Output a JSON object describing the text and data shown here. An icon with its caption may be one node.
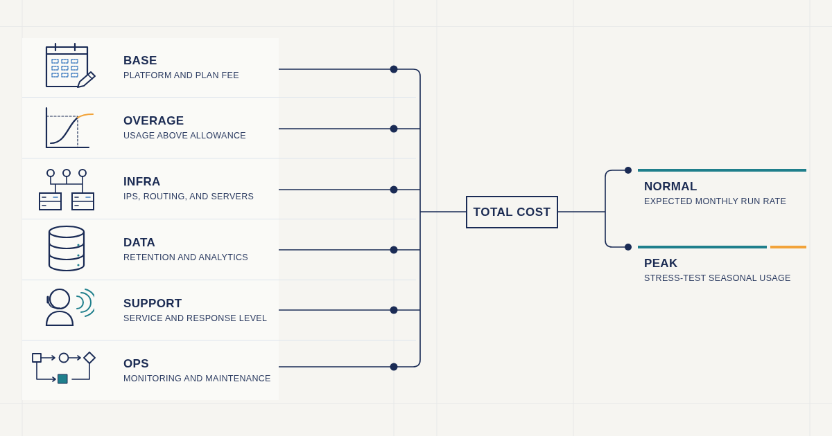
{
  "diagram": {
    "nodes": [
      {
        "text": [
          "BASE",
          "PLATFORM AND PLAN FEE"
        ]
      },
      {
        "text": [
          "OVERAGE",
          "USAGE ABOVE ALLOWANCE"
        ]
      },
      {
        "text": [
          "INFRA",
          "IPS, ROUTING, AND SERVERS"
        ]
      },
      {
        "text": [
          "DATA",
          "RETENTION AND ANALYTICS"
        ]
      },
      {
        "text": [
          "SUPPORT",
          "SERVICE AND RESPONSE LEVEL"
        ]
      },
      {
        "text": [
          "OPS",
          "MONITORING AND MAINTENANCE"
        ]
      },
      {
        "text": [
          "TOTAL COST"
        ]
      },
      {
        "text": [
          "NORMAL",
          "EXPECTED MONTHLY RUN RATE"
        ]
      },
      {
        "text": [
          "PEAK",
          "STRESS-TEST SEASONAL USAGE"
        ]
      }
    ],
    "edges": [
      {
        "from": 0,
        "to": 6,
        "arrow": "none"
      },
      {
        "from": 1,
        "to": 6,
        "arrow": "none"
      },
      {
        "from": 2,
        "to": 6,
        "arrow": "none"
      },
      {
        "from": 3,
        "to": 6,
        "arrow": "none"
      },
      {
        "from": 4,
        "to": 6,
        "arrow": "none"
      },
      {
        "from": 5,
        "to": 6,
        "arrow": "none"
      },
      {
        "from": 6,
        "to": 7,
        "arrow": "other"
      },
      {
        "from": 6,
        "to": 8,
        "arrow": "other"
      }
    ]
  }
}
